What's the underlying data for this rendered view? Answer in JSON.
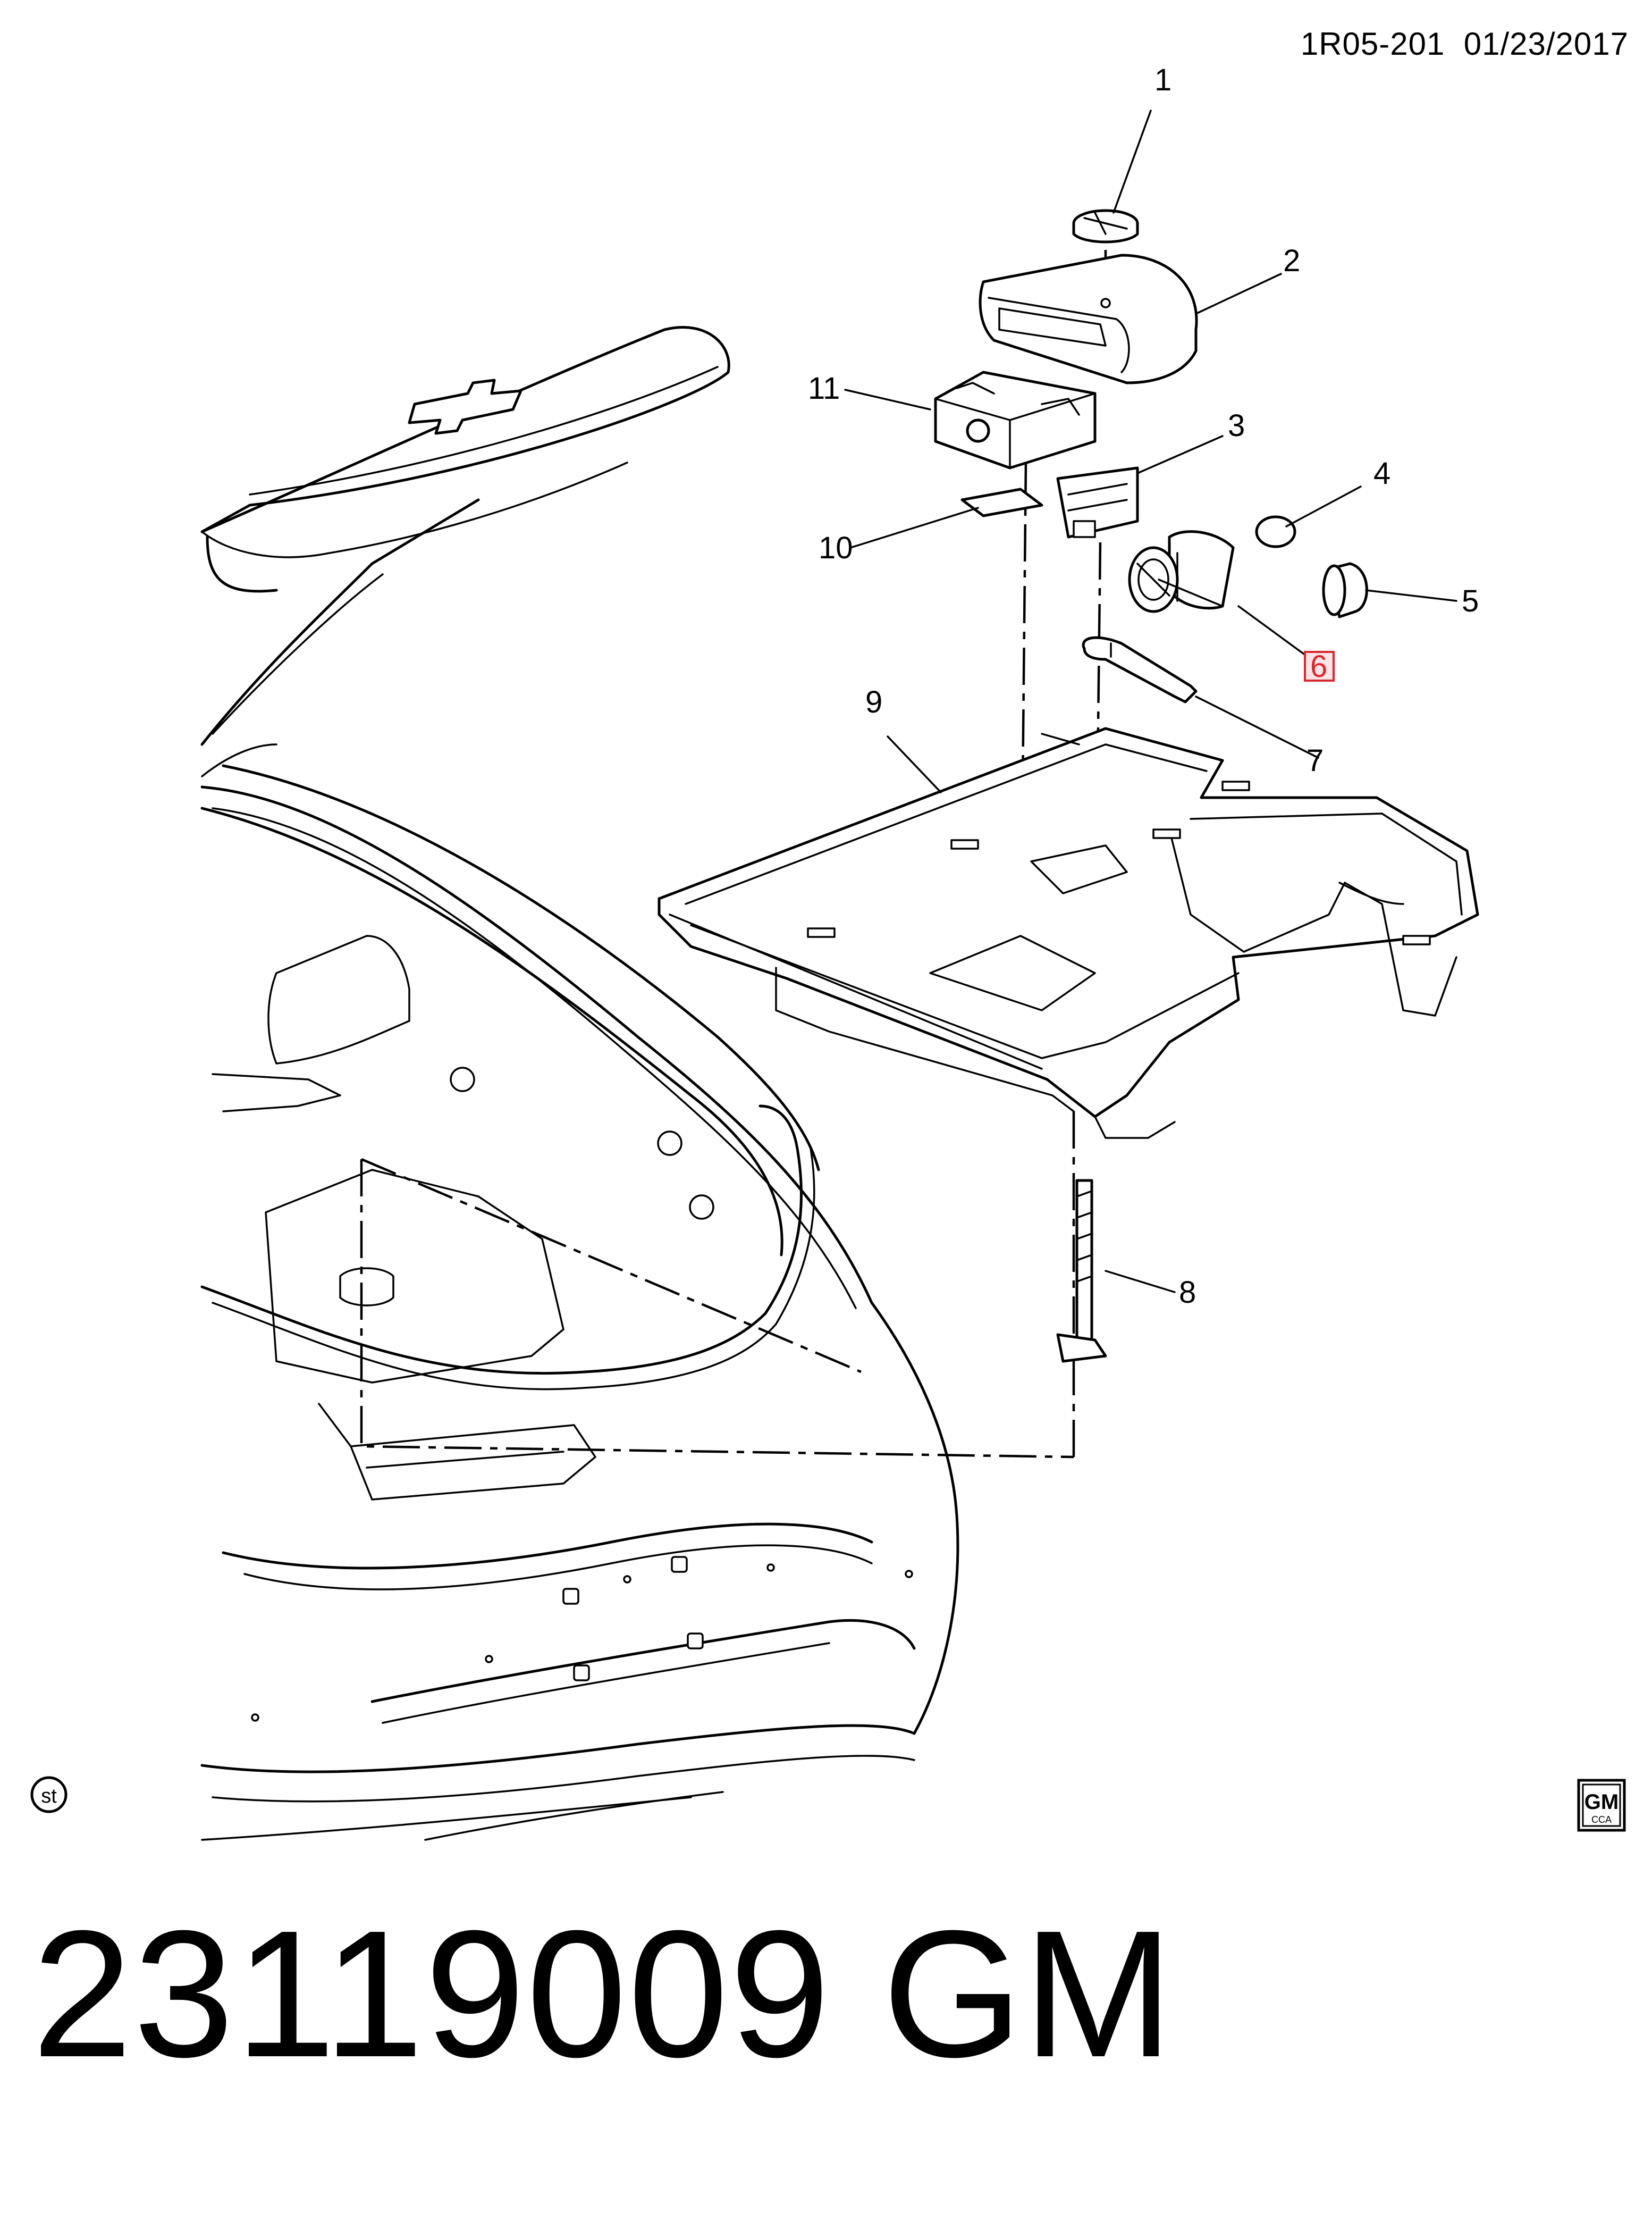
{
  "header": {
    "diagram_id": "1R05-201",
    "date": "01/23/2017"
  },
  "callouts": [
    {
      "id": "1",
      "label": "1"
    },
    {
      "id": "2",
      "label": "2"
    },
    {
      "id": "3",
      "label": "3"
    },
    {
      "id": "4",
      "label": "4"
    },
    {
      "id": "5",
      "label": "5"
    },
    {
      "id": "6",
      "label": "6",
      "highlighted": true
    },
    {
      "id": "7",
      "label": "7"
    },
    {
      "id": "8",
      "label": "8"
    },
    {
      "id": "9",
      "label": "9"
    },
    {
      "id": "10",
      "label": "10"
    },
    {
      "id": "11",
      "label": "11"
    }
  ],
  "badges": {
    "st_label": "st",
    "gm_logo_text": "GM",
    "gm_logo_subtext": "CCA"
  },
  "footer": {
    "part_number": "23119009",
    "brand": "GM"
  },
  "colors": {
    "highlight_box": "#d8282f",
    "line": "#000000",
    "background": "#ffffff"
  }
}
